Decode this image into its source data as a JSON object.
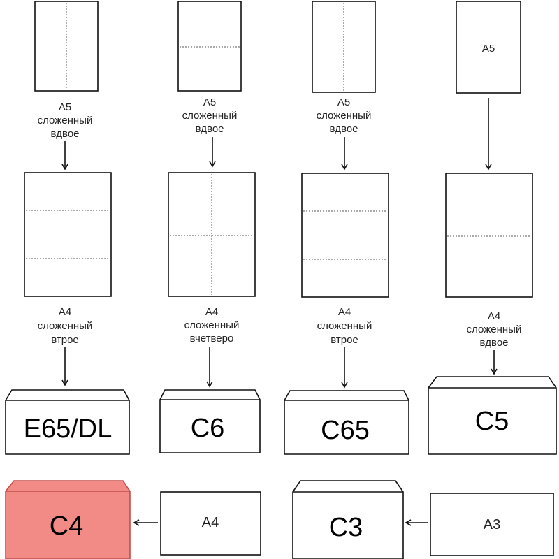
{
  "colors": {
    "line": "#111111",
    "fold": "#555555",
    "highlight_fill": "#f28b86",
    "highlight_stroke": "#c0504d"
  },
  "columns": [
    {
      "a5_caption": [
        "A5",
        "сложенный",
        "вдвое"
      ],
      "a4_caption": [
        "A4",
        "сложенный",
        "втрое"
      ],
      "envelope": "E65/DL"
    },
    {
      "a5_caption": [
        "A5",
        "сложенный",
        "вдвое"
      ],
      "a4_caption": [
        "A4",
        "сложенный",
        "вчетверо"
      ],
      "envelope": "C6"
    },
    {
      "a5_caption": [
        "A5",
        "сложенный",
        "вдвое"
      ],
      "a4_caption": [
        "A4",
        "сложенный",
        "втрое"
      ],
      "envelope": "C65"
    },
    {
      "a5_label": "A5",
      "a4_caption": [
        "A4",
        "сложенный",
        "вдвое"
      ],
      "envelope": "C5"
    }
  ],
  "bottom": {
    "c4_envelope": "C4",
    "a4_sheet": "A4",
    "c3_envelope": "C3",
    "a3_sheet": "A3"
  }
}
